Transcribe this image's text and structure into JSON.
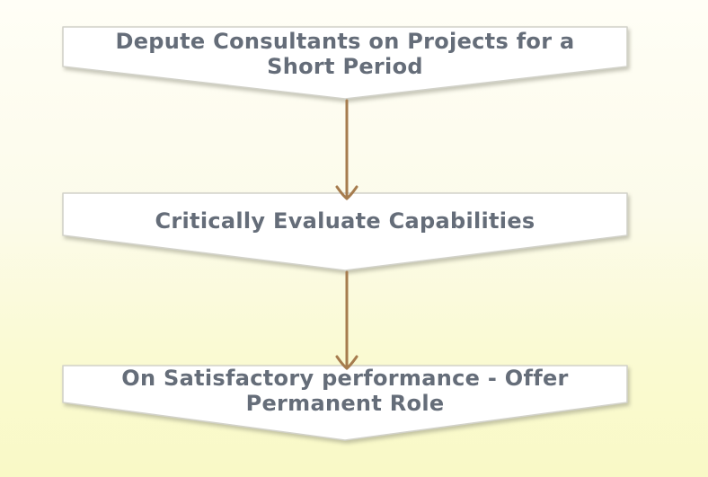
{
  "diagram": {
    "type": "flow",
    "direction": "down",
    "steps": [
      {
        "label": "Depute Consultants on Projects for a\nShort Period"
      },
      {
        "label": "Critically Evaluate Capabilities"
      },
      {
        "label": "On Satisfactory performance - Offer\nPermanent Role"
      }
    ],
    "connectors": [
      {
        "from": 0,
        "to": 1,
        "shape": "down-arrow"
      },
      {
        "from": 1,
        "to": 2,
        "shape": "down-arrow"
      }
    ],
    "colors": {
      "background_top": "#fffef6",
      "background_bottom": "#f9f9c6",
      "box_fill": "#ffffff",
      "box_border": "#d2d2c9",
      "text": "#656d79",
      "arrow": "#a67c4e"
    }
  }
}
